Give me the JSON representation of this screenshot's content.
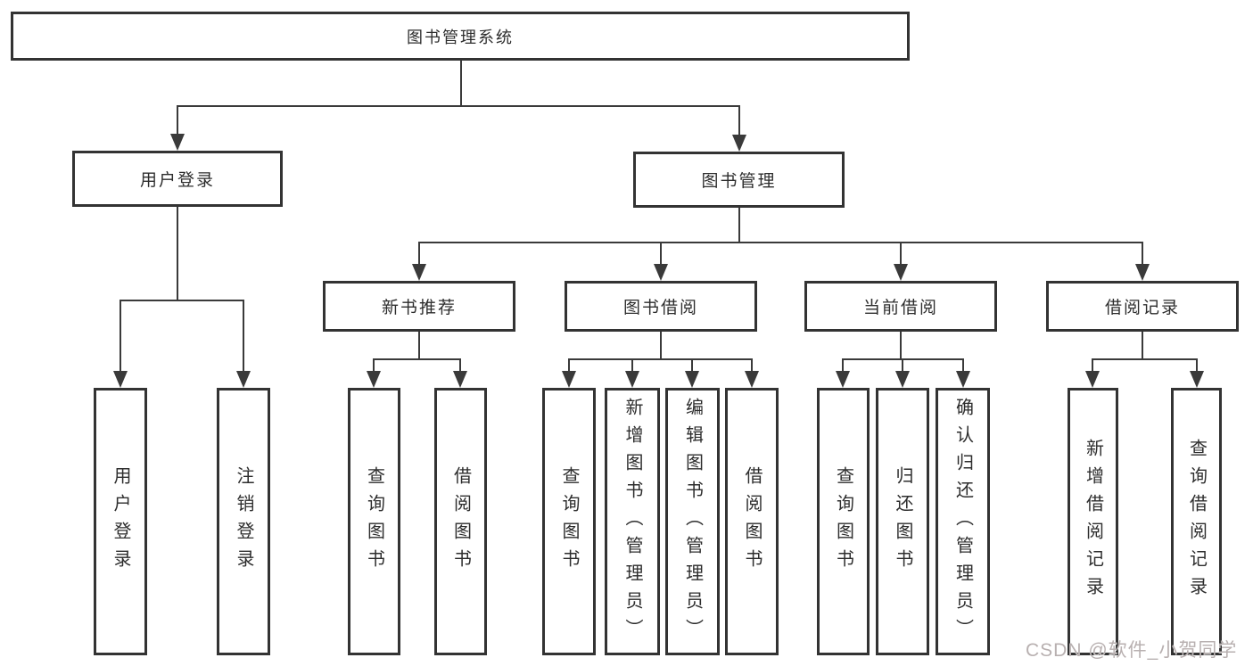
{
  "colors": {
    "background": "#ffffff",
    "border": "#333333",
    "line": "#3a3a3a",
    "text": "#2d2d2d",
    "watermark": "#b8b0b0"
  },
  "nodes": {
    "root": {
      "label": "图书管理系统"
    },
    "user_login": {
      "label": "用户登录"
    },
    "book_mgmt": {
      "label": "图书管理"
    },
    "leaf_user_login": {
      "label": "用户登录"
    },
    "leaf_logout": {
      "label": "注销登录"
    },
    "new_book_rec": {
      "label": "新书推荐"
    },
    "book_borrow": {
      "label": "图书借阅"
    },
    "current_borrow": {
      "label": "当前借阅"
    },
    "borrow_record": {
      "label": "借阅记录"
    },
    "nbr_query_book": {
      "label": "查询图书"
    },
    "nbr_borrow_book": {
      "label": "借阅图书"
    },
    "bb_query_book": {
      "label": "查询图书"
    },
    "bb_add_book": {
      "label": "新增图书（管理员）"
    },
    "bb_edit_book": {
      "label": "编辑图书（管理员）"
    },
    "bb_borrow_book": {
      "label": "借阅图书"
    },
    "cb_query_book": {
      "label": "查询图书"
    },
    "cb_return_book": {
      "label": "归还图书"
    },
    "cb_confirm_return": {
      "label": "确认归还（管理员）"
    },
    "br_add_record": {
      "label": "新增借阅记录"
    },
    "br_query_record": {
      "label": "查询借阅记录"
    }
  },
  "hierarchy": {
    "图书管理系统": [
      "用户登录",
      "图书管理"
    ],
    "用户登录": [
      "用户登录",
      "注销登录"
    ],
    "图书管理": [
      "新书推荐",
      "图书借阅",
      "当前借阅",
      "借阅记录"
    ],
    "新书推荐": [
      "查询图书",
      "借阅图书"
    ],
    "图书借阅": [
      "查询图书",
      "新增图书（管理员）",
      "编辑图书（管理员）",
      "借阅图书"
    ],
    "当前借阅": [
      "查询图书",
      "归还图书",
      "确认归还（管理员）"
    ],
    "借阅记录": [
      "新增借阅记录",
      "查询借阅记录"
    ]
  },
  "watermark": {
    "text": "CSDN @软件_小贺同学"
  }
}
